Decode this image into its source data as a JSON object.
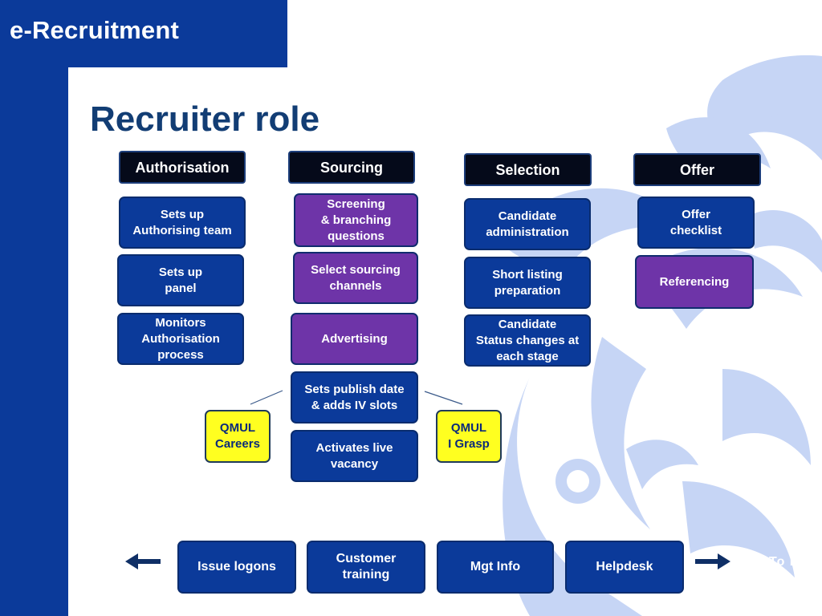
{
  "app_title": "e-Recruitment",
  "page_title": "Recruiter role",
  "columns": {
    "authorisation": {
      "header": "Authorisation",
      "items": [
        "Sets up\nAuthorising team",
        "Sets up\npanel",
        "Monitors\nAuthorisation\nprocess"
      ]
    },
    "sourcing": {
      "header": "Sourcing",
      "items": [
        "Screening\n& branching\nquestions",
        "Select sourcing\nchannels",
        "Advertising",
        "Sets publish date\n& adds IV slots",
        "Activates live\nvacancy"
      ]
    },
    "selection": {
      "header": "Selection",
      "items": [
        "Candidate\nadministration",
        "Short listing\npreparation",
        "Candidate\nStatus changes at\neach stage"
      ]
    },
    "offer": {
      "header": "Offer",
      "items": [
        "Offer\nchecklist",
        "Referencing"
      ]
    }
  },
  "side_systems": {
    "left": "QMUL\nCareers",
    "right": "QMUL\nI Grasp"
  },
  "bottom_bar": [
    "Issue logons",
    "Customer\ntraining",
    "Mgt Info",
    "Helpdesk"
  ],
  "footer_text": "To be",
  "colors": {
    "primary_blue": "#0b3a9a",
    "purple": "#6e34a8",
    "header_black": "#050a1a",
    "highlight_yellow": "#ffff20",
    "title_navy": "#123d74",
    "decoration": "#c6d5f5"
  }
}
